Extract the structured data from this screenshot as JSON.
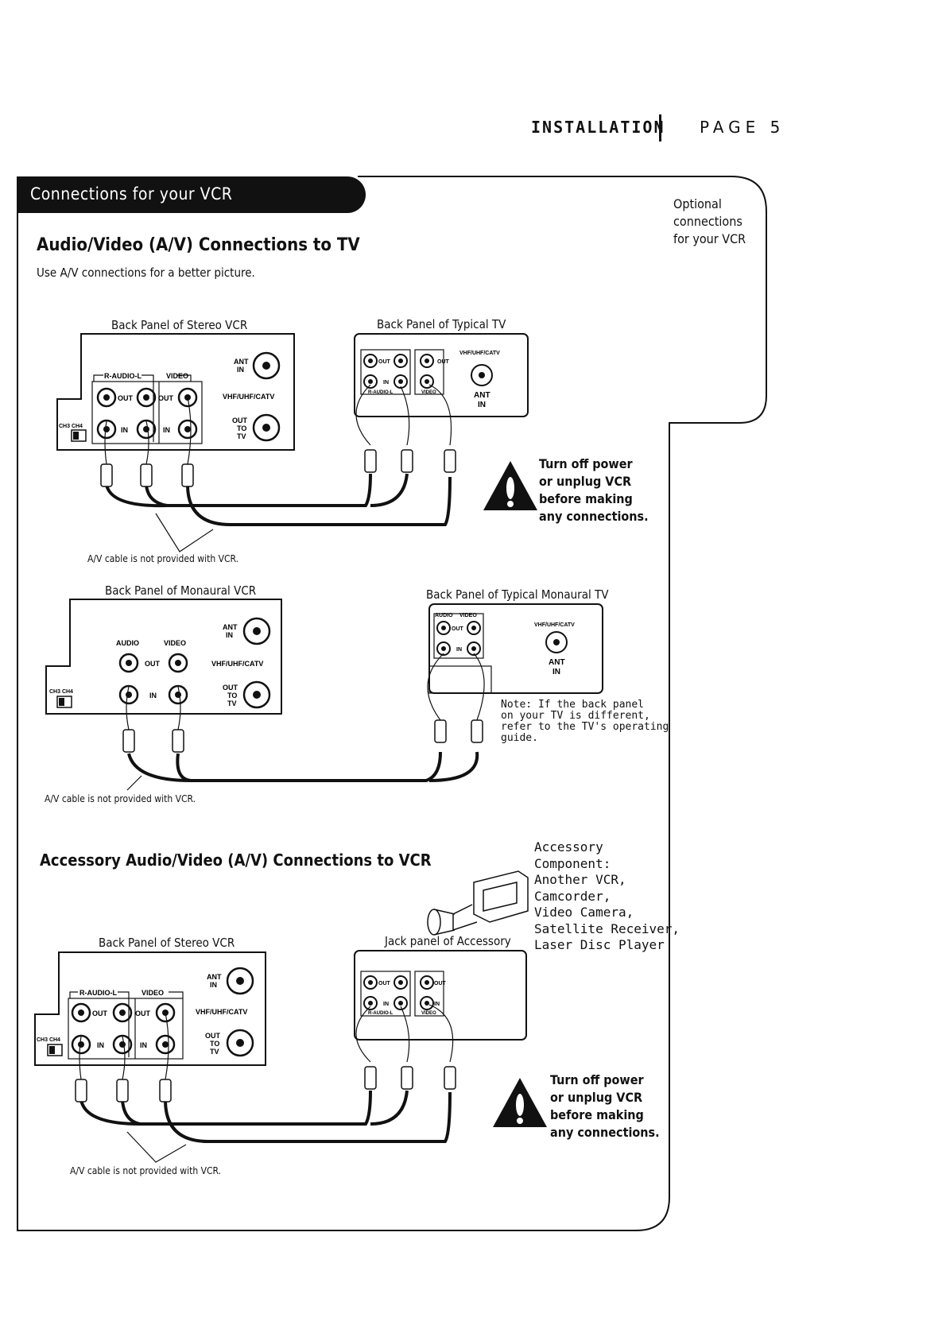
{
  "header": {
    "section": "INSTALLATION",
    "page": "PAGE 5"
  },
  "banner": {
    "title": "Connections for your VCR"
  },
  "sidebar": {
    "text_lines": [
      "Optional",
      "connections",
      "for your VCR"
    ]
  },
  "section1": {
    "heading": "Audio/Video (A/V) Connections to TV",
    "subtitle": "Use A/V connections for a better picture.",
    "vcr_label": "Back Panel of Stereo VCR",
    "tv_label": "Back Panel of Typical TV",
    "cable_note": "A/V  cable is not provided with VCR.",
    "warning_lines": [
      "Turn off power",
      "or unplug VCR",
      "before making",
      "any connections."
    ]
  },
  "section2": {
    "vcr_label": "Back Panel of Monaural VCR",
    "tv_label": "Back Panel of Typical Monaural TV",
    "cable_note": "A/V  cable is not provided with VCR.",
    "note_lines": [
      "Note: If the back panel",
      "on your TV is different,",
      "refer to the TV's operating",
      "guide."
    ]
  },
  "section3": {
    "heading": "Accessory Audio/Video (A/V) Connections to VCR",
    "vcr_label": "Back Panel of Stereo VCR",
    "accessory_label": "Jack panel of Accessory",
    "cable_note": "A/V  cable is not provided with VCR.",
    "accessory_lines": [
      "Accessory",
      "Component:",
      "Another VCR,",
      "Camcorder,",
      "Video Camera,",
      "Satellite Receiver,",
      "Laser Disc Player"
    ],
    "warning_lines": [
      "Turn off power",
      "or unplug VCR",
      "before making",
      "any connections."
    ]
  },
  "panel_labels": {
    "ant_in": "ANT IN",
    "ant": "ANT",
    "in": "IN",
    "out": "OUT",
    "to": "TO",
    "tv": "TV",
    "vhf": "VHF/UHF/CATV",
    "vhf_small": "VHF/UHF/CATV",
    "r_audio_l": "R-AUDIO-L",
    "video": "VIDEO",
    "audio": "AUDIO",
    "ch": "CH3 CH4"
  }
}
